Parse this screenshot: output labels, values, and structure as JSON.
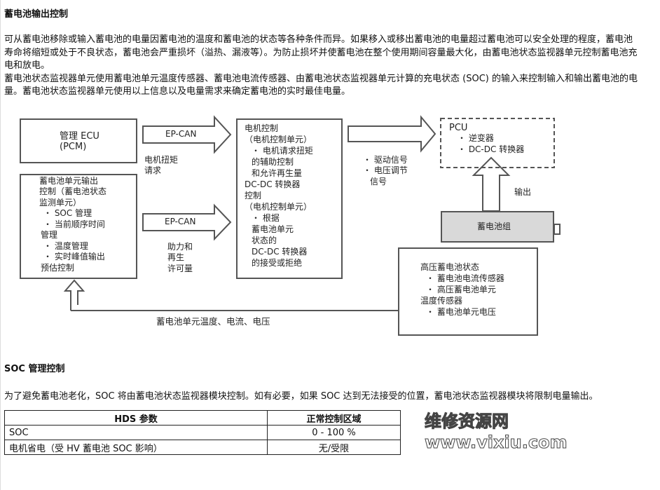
{
  "section1": {
    "title": "蓄电池输出控制",
    "paragraph1": "可从蓄电池移除或输入蓄电池的电量因蓄电池的温度和蓄电池的状态等各种条件而异。如果移入或移出蓄电池的电量超过蓄电池可以安全处理的程度，蓄电池寿命将缩短或处于不良状态，蓄电池会严重损坏（溢热、漏液等）。为防止损坏并使蓄电池在整个使用期间容量最大化，由蓄电池状态监视器单元控制蓄电池充电和放电。",
    "paragraph2": "蓄电池状态监视器单元使用蓄电池单元温度传感器、蓄电池电流传感器、由蓄电池状态监视器单元计算的充电状态 (SOC) 的输入来控制输入和输出蓄电池的电量。蓄电池状态监视器单元使用以上信息以及电量需求来确定蓄电池的实时最佳电量。"
  },
  "diagram": {
    "pcm_box": [
      "管理 ECU",
      "(PCM)"
    ],
    "bsm_box": [
      "蓄电池单元输出",
      "控制（蓄电池状态",
      "监测单元）",
      "・ SOC 管理",
      "・ 当前顺序时间",
      "管理",
      "・ 温度管理",
      "・ 实时峰值输出",
      "预估控制"
    ],
    "arrow_top_label": "EP-CAN",
    "torque_request": [
      "电机扭矩",
      "请求"
    ],
    "arrow_bottom_label": "EP-CAN",
    "assist_regen": [
      "助力和",
      "再生",
      "许可量"
    ],
    "mcu_box": [
      "电机控制",
      "（电机控制单元）",
      "・ 电机请求扭矩",
      "的辅助控制",
      "和允许再生量",
      "DC-DC 转换器",
      "控制",
      "（电机控制单元）",
      "・ 根据",
      "蓄电池单元",
      "状态的",
      "DC-DC 转换器",
      "的接受或拒绝"
    ],
    "drive_signals": [
      "・ 驱动信号",
      "・ 电压调节",
      "信号"
    ],
    "pcu_box": [
      "PCU",
      "・ 逆变器",
      "・ DC-DC 转换器"
    ],
    "output_label": "输出",
    "battery_pack": "蓄电池组",
    "hv_box": [
      "高压蓄电池状态",
      "・ 蓄电池电流传感器",
      "・ 高压蓄电池单元",
      "温度传感器",
      "・ 蓄电池单元电压"
    ],
    "feedback_label": "蓄电池单元温度、电流、电压"
  },
  "section2": {
    "title": "SOC 管理控制",
    "paragraph": "为了避免蓄电池老化，SOC 将由蓄电池状态监视器模块控制。如有必要，如果 SOC 达到无法接受的位置，蓄电池状态监视器模块将限制电量输出。"
  },
  "table": {
    "headers": [
      "HDS 参数",
      "正常控制区域"
    ],
    "rows": [
      [
        "SOC",
        "0 - 100 %"
      ],
      [
        "电机省电（受 HV 蓄电池 SOC 影响）",
        "无/受限"
      ]
    ]
  },
  "watermark": {
    "line1": "维修资源网",
    "line2": "www.vixiu.com"
  },
  "colors": {
    "battery_fill": "#d9d9d9",
    "border": "#555555"
  }
}
